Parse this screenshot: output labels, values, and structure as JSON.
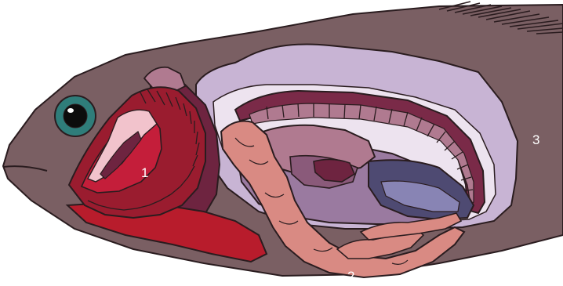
{
  "colors": {
    "background": "#ffffff",
    "body": "#7a5f63",
    "outline": "#2a1c1f",
    "eye_ring": "#2f7d7a",
    "eye_pupil": "#0c0c0c",
    "gill_red": "#9a1c2f",
    "gill_bright": "#c41e3a",
    "gill_pale": "#f2c3cc",
    "maroon": "#6e2440",
    "cavity_lavender": "#c8b4d4",
    "cavity_pale": "#ede3ef",
    "kidney": "#7a2a48",
    "liver_pink": "#b07a90",
    "gut_salmon": "#d98a83",
    "gut_purple": "#8a5a7a",
    "stomach_mauve": "#9a7aa0",
    "slate_blue": "#4e4a72",
    "periwinkle": "#8884b4",
    "lower_red": "#b81c2c",
    "label_text": "#ffffff"
  },
  "labels": [
    {
      "id": "label-1",
      "text": "1"
    },
    {
      "id": "label-2",
      "text": "2"
    },
    {
      "id": "label-3",
      "text": "3"
    }
  ]
}
